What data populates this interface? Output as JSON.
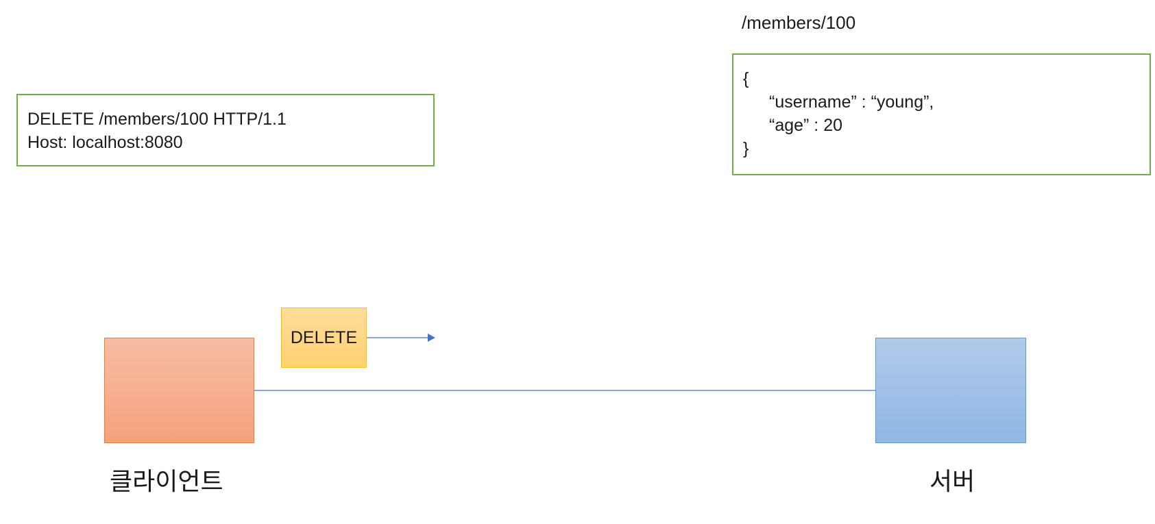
{
  "request": {
    "line1": "DELETE /members/100 HTTP/1.1",
    "line2": "Host: localhost:8080"
  },
  "resource": {
    "path": "/members/100",
    "json_lines": [
      "{",
      "“username” : “young”,",
      "“age” : 20",
      "}"
    ]
  },
  "method_chip": {
    "label": "DELETE"
  },
  "nodes": {
    "client": {
      "label": "클라이언트",
      "color": "#f5a27d"
    },
    "server": {
      "label": "서버",
      "color": "#90b7e6"
    }
  },
  "colors": {
    "box_border": "#70ad47",
    "connector": "#4472c4",
    "chip_fill": "#ffd170"
  }
}
